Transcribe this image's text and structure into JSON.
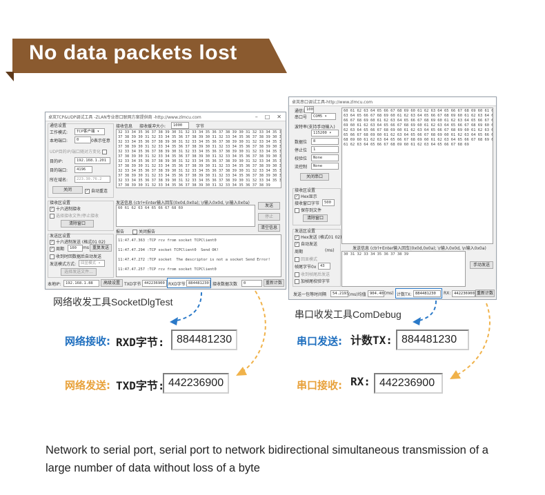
{
  "banner": {
    "title": "No data packets lost"
  },
  "colors": {
    "banner": "#8a5a2f",
    "blue_label": "#1f6fbf",
    "orange_label": "#e8a13a",
    "arrow_blue": "#2a79c8",
    "arrow_orange": "#f0b24a"
  },
  "net_tool": {
    "title": "卓岚TCP&UDP调试工具 -ZLAN专业串口联网方案提供商 -http://www.zlmcu.com",
    "comm_settings": {
      "header": "通信设置",
      "mode_label": "工作模式:",
      "mode_value": "TCP客户端",
      "local_port_label": "本地端口:",
      "local_port_value": "0",
      "random_port_label": "0表示任意",
      "udp_option": "UDP目的IP/端口随对方变化",
      "dest_ip_label": "目的IP:",
      "dest_ip_value": "192.168.1.201",
      "dest_port_label": "目的端口:",
      "dest_port_value": "4196",
      "dest_domain_label": "所在域名:",
      "dest_domain_value": "223.30.76.2",
      "close_button": "关闭",
      "auto_reconnect": "自动重连"
    },
    "receive_settings": {
      "header": "接收区设置",
      "hex_receive": "十六进制接收",
      "save_option": "选择接收文件/停止接收",
      "clear_button": "清除窗口"
    },
    "send_settings": {
      "header": "发送区设置",
      "hex_send": "十六进制发送 (格式01 02)",
      "period_label": "周期",
      "period_value": "100",
      "ms_unit": "ms",
      "repeat_send": "重复发送",
      "reply_option": "收到时回数据后自动发送",
      "mode_label": "发送模式方式:",
      "mode_value": "回显模式",
      "file_button": "选择发送文件..."
    },
    "receive_info": {
      "label": "接收信息",
      "buffer_label": "接收缓冲大小:",
      "buffer_value": "1000",
      "unit": "字节",
      "lines": [
        "32 33 34 35 36 37 38 39 30 31 32 33 34 35 36 37 38 39 30 31 32 33 34 35 36",
        "37 38 39 30 31 32 33 34 35 36 37 38 39 30 31 32 33 34 35 36 37 38 39 30 31",
        "32 33 34 35 36 37 38 39 30 31 32 33 34 35 36 37 38 39 30 31 32 33 34 35 36",
        "37 38 39 30 31 32 33 34 35 36 37 38 39 30 31 32 33 34 35 36 37 38 39 30 31",
        "32 33 34 35 36 37 38 39 30 31 32 33 34 35 36 37 38 39 30 31 32 33 34 35 36",
        "37 38 39 30 31 32 33 34 35 36 37 38 39 30 31 32 33 34 35 36 37 38 39 30 31",
        "32 33 34 35 36 37 38 39 30 31 32 33 34 35 36 37 38 39 30 31 32 33 34 35 36",
        "37 38 39 30 31 32 33 34 35 36 37 38 39 30 31 32 33 34 35 36 37 38 39 30 31",
        "32 33 34 35 36 37 38 39 30 31 32 33 34 35 36 37 38 39 30 31 32 33 34 35 36",
        "37 38 39 30 31 32 33 34 35 36 37 38 39 30 31 32 33 34 35 36 37 38 39 30 31",
        "32 33 34 35 36 37 38 39 30 31 32 33 34 35 36 37 38 39 30 31 32 33 34 35 36",
        "37 38 39 30 31 32 33 34 35 36 37 38 39 30 31 32 33 34 35 36 37 38 39"
      ]
    },
    "send_info": {
      "label": "发送信息 (ctrl+Enter输入回车(0x0d,0x0a); \\r输入0x0d, \\n输入0x0a)",
      "content": "60 61 62 63 64 65 66 67 68 69",
      "send_button": "发送",
      "stop_button": "停止",
      "clear_button": "清空信息"
    },
    "report": {
      "label": "报告",
      "close_report": "关闭报告",
      "lines": [
        "11:47.47.363 :TCP rcv from socket TCPClient0",
        "11:47.47.294 :TCP socket TCPClient0  Send OK!",
        "11:47.47.272 :TCP socket  The descriptor is not a socket Send Error!",
        "11:47.47.257 :TCP rcv from socket TCPClient0"
      ]
    },
    "status": {
      "local_ip_label": "本地IP:",
      "local_ip_value": "192.168.1.88",
      "advanced_button": "高级设置",
      "txd_label": "TXD字节",
      "txd_value": "442236900",
      "rxd_label": "RXD字节",
      "rxd_value": "884481230",
      "recv_count_label": "接收数据次数",
      "recv_count_value": "0",
      "reset_button": "重新计数"
    },
    "caption": "网络收发工具SocketDlgTest"
  },
  "com_tool": {
    "title": "卓岚串口调试工具-http://www.zlmcu.com",
    "comm_settings": {
      "header": "通信设置",
      "port_label": "串口号",
      "port_value": "COM5",
      "baud_label": "波特率(支持手动输入)",
      "baud_value": "115200",
      "data_bits_label": "数据位",
      "data_bits_value": "8",
      "stop_bits_label": "停止位",
      "stop_bits_value": "1",
      "parity_label": "校验位",
      "parity_value": "None",
      "flow_label": "流控制",
      "flow_value": "None",
      "close_button": "关闭串口"
    },
    "receive_settings": {
      "header": "接收区设置",
      "hex_display": "Hex显示",
      "window_label": "接收窗口字节",
      "window_value": "500",
      "save_file": "保存到文件",
      "clear_button": "清除窗口"
    },
    "send_settings": {
      "header": "发送区设置",
      "hex_send": "Hex发送 (格式01 02)",
      "auto_send": "自动发送",
      "period_label": "周期",
      "period_value": "100",
      "ms_unit": "(ms)",
      "echo_option": "回显模式",
      "frame_label": "帧尾字节0x",
      "frame_value": "43",
      "reply_option": "收到帧尾后发送",
      "checksum_option": "加帧尾校验字节"
    },
    "receive_lines": [
      "60 61 62 63 64 65 66 67 68 69 60 61 62 63 64 65 66 67 68 69 60 61 62",
      "63 64 65 66 67 68 69 60 61 62 63 64 65 66 67 68 69 60 61 62 63 64 65",
      "66 67 68 69 60 61 62 63 64 65 66 67 68 69 60 61 62 63 64 65 66 67 68",
      "69 60 61 62 63 64 65 66 67 68 69 60 61 62 63 64 65 66 67 68 69 60 61",
      "62 63 64 65 66 67 68 69 60 61 62 63 64 65 66 67 68 69 60 61 62 63 64",
      "65 66 67 68 69 60 61 62 63 64 65 66 67 68 69 60 61 62 63 64 65 66 67",
      "68 69 60 61 62 63 64 65 66 67 68 69 60 61 62 63 64 65 66 67 68 69 60",
      "61 62 63 64 65 66 67 68 69 60 61 62 63 64 65 66 67 68 69"
    ],
    "send_info": {
      "label": "发送信息 (ctrl+Enter输入回车(0x0d,0x0a); \\r输入0x0d, \\n输入0x0a)",
      "content": "30 31 32 33 34 35 36 37 38 39",
      "send_button": "手动发送"
    },
    "status": {
      "interval_label": "发送一包等时间隔",
      "interval_value": "54.2193",
      "interval_unit": "(ms)均值",
      "avg_value": "904.409",
      "avg_unit": "(ms)",
      "tx_label": "计数TX:",
      "tx_value": "884481230",
      "rx_label": "RX:",
      "rx_value": "442236900",
      "reset_button": "重新计数"
    },
    "caption": "串口收发工具ComDebug"
  },
  "callouts": {
    "net_receive_label": "网络接收:",
    "net_receive_field": "RXD字节:",
    "net_receive_value": "884481230",
    "net_send_label": "网络发送:",
    "net_send_field": "TXD字节:",
    "net_send_value": "442236900",
    "com_send_label": "串口发送:",
    "com_send_field": "计数TX:",
    "com_send_value": "884481230",
    "com_receive_label": "串口接收:",
    "com_receive_field": "RX:",
    "com_receive_value": "442236900"
  },
  "footer": {
    "text": "Network to serial port, serial port to network bidirectional simultaneous transmission of a large number of data without loss of a byte"
  }
}
